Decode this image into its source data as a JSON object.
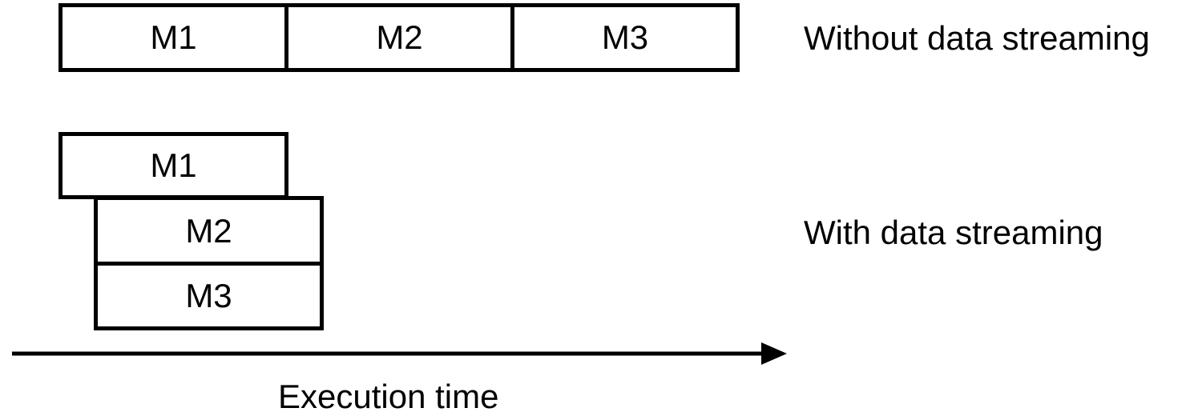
{
  "without_streaming": {
    "label": "Without data streaming",
    "blocks": [
      "M1",
      "M2",
      "M3"
    ]
  },
  "with_streaming": {
    "label": "With data streaming",
    "blocks": [
      "M1",
      "M2",
      "M3"
    ]
  },
  "axis": {
    "label": "Execution time"
  },
  "colors": {
    "stroke": "#000000",
    "fill": "#ffffff"
  }
}
